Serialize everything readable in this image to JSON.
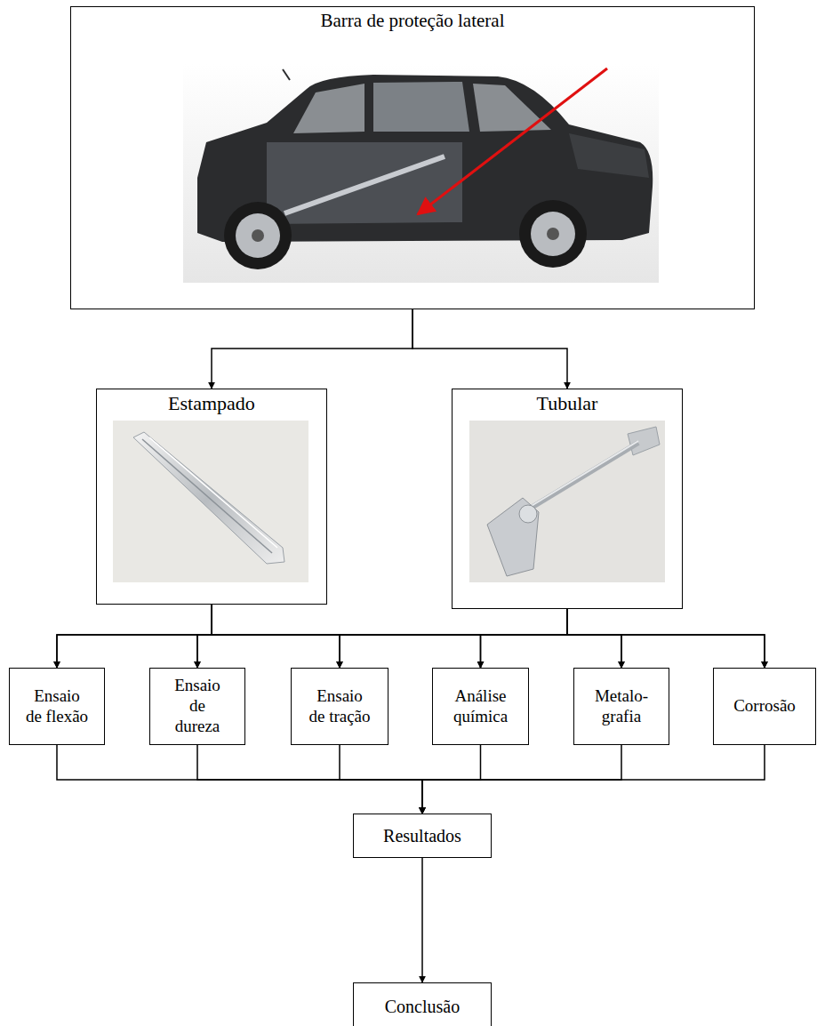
{
  "diagram": {
    "nodes": [
      {
        "text": [
          "Barra de proteção lateral"
        ]
      },
      {
        "text": [
          "Estampado"
        ]
      },
      {
        "text": [
          "Tubular"
        ]
      },
      {
        "text": [
          "Ensaio de flexão"
        ]
      },
      {
        "text": [
          "Ensaio de dureza"
        ]
      },
      {
        "text": [
          "Ensaio de tração"
        ]
      },
      {
        "text": [
          "Análise química"
        ]
      },
      {
        "text": [
          "Metalo- grafia"
        ]
      },
      {
        "text": [
          "Corrosão"
        ]
      },
      {
        "text": [
          "Resultados"
        ]
      },
      {
        "text": [
          "Conclusão"
        ]
      }
    ],
    "edges": [
      {
        "from": 0,
        "to": 1,
        "arrow": "to"
      },
      {
        "from": 0,
        "to": 2,
        "arrow": "to"
      },
      {
        "from": 1,
        "to": 3,
        "arrow": "to"
      },
      {
        "from": 1,
        "to": 4,
        "arrow": "to"
      },
      {
        "from": 1,
        "to": 5,
        "arrow": "to"
      },
      {
        "from": 1,
        "to": 6,
        "arrow": "to"
      },
      {
        "from": 1,
        "to": 7,
        "arrow": "to"
      },
      {
        "from": 1,
        "to": 8,
        "arrow": "to"
      },
      {
        "from": 2,
        "to": 3,
        "arrow": "to"
      },
      {
        "from": 2,
        "to": 4,
        "arrow": "to"
      },
      {
        "from": 2,
        "to": 5,
        "arrow": "to"
      },
      {
        "from": 2,
        "to": 6,
        "arrow": "to"
      },
      {
        "from": 2,
        "to": 7,
        "arrow": "to"
      },
      {
        "from": 2,
        "to": 8,
        "arrow": "to"
      },
      {
        "from": 3,
        "to": 9,
        "arrow": "to"
      },
      {
        "from": 4,
        "to": 9,
        "arrow": "to"
      },
      {
        "from": 5,
        "to": 9,
        "arrow": "to"
      },
      {
        "from": 6,
        "to": 9,
        "arrow": "to"
      },
      {
        "from": 7,
        "to": 9,
        "arrow": "to"
      },
      {
        "from": 8,
        "to": 9,
        "arrow": "to"
      },
      {
        "from": 9,
        "to": 10,
        "arrow": "to"
      }
    ]
  }
}
